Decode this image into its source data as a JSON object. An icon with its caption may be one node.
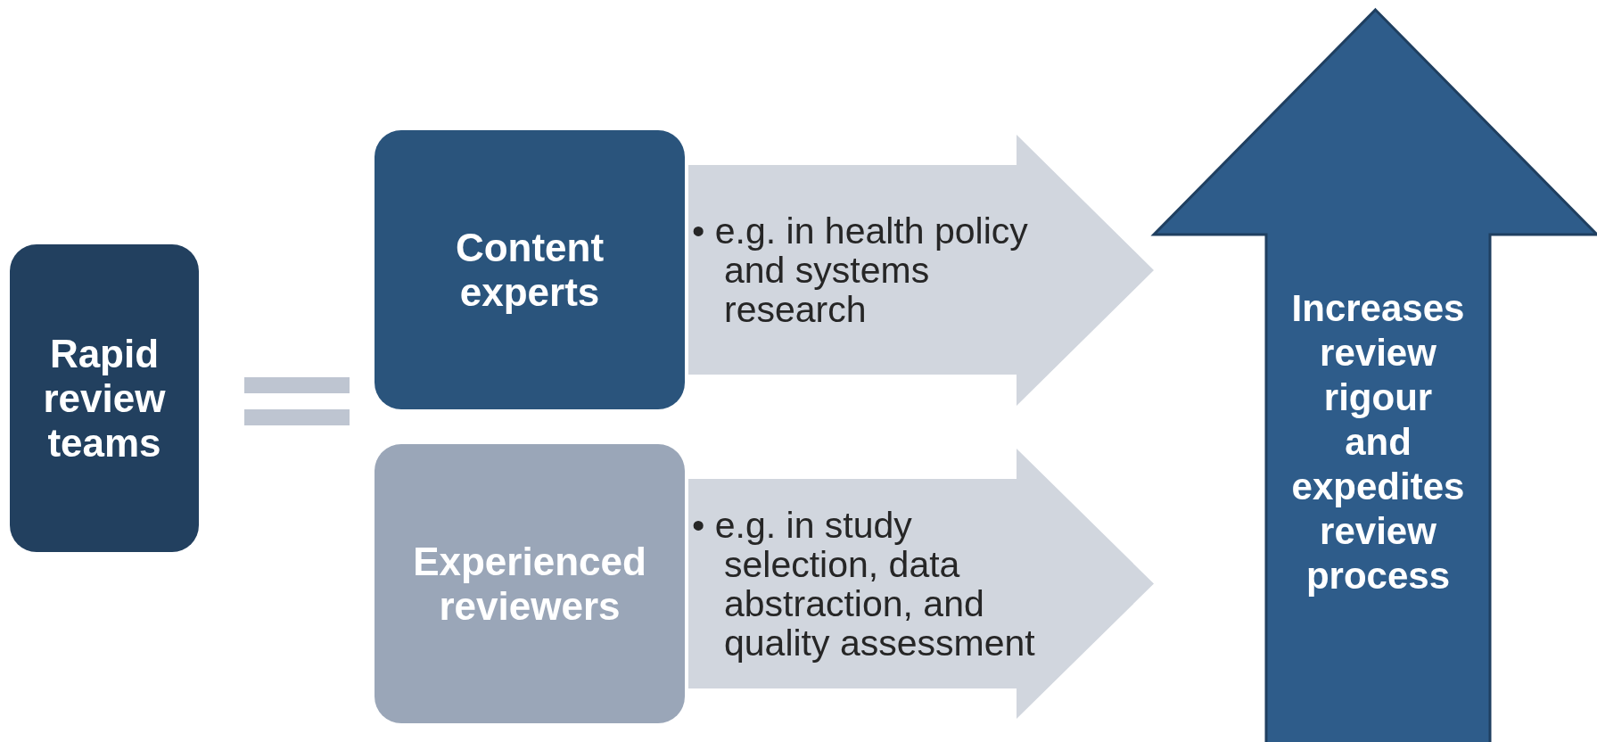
{
  "diagram": {
    "nodes": [
      {
        "text": [
          "Rapid review teams"
        ]
      },
      {
        "text": [
          "Content experts"
        ]
      },
      {
        "text": [
          "• e.g. in health policy and systems research"
        ]
      },
      {
        "text": [
          "Experienced reviewers"
        ]
      },
      {
        "text": [
          "• e.g. in study selection, data abstraction, and quality assessment"
        ]
      },
      {
        "text": [
          "Increases review rigour and expedites review process"
        ]
      }
    ]
  }
}
